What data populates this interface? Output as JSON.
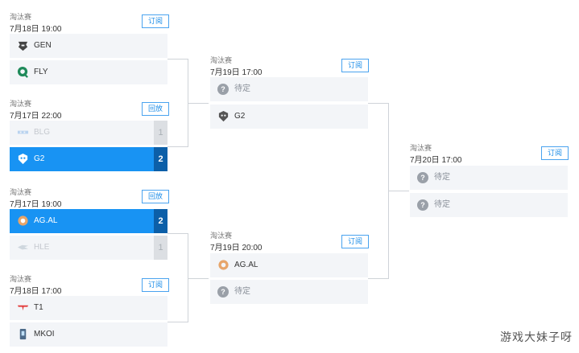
{
  "matches": [
    {
      "stage": "淘汰赛",
      "time": "7月18日 19:00",
      "button": "订阅",
      "teams": [
        {
          "name": "GEN",
          "logo": "gen-logo"
        },
        {
          "name": "FLY",
          "logo": "fly-logo"
        }
      ]
    },
    {
      "stage": "淘汰赛",
      "time": "7月17日 22:00",
      "button": "回放",
      "teams": [
        {
          "name": "BLG",
          "logo": "blg-logo",
          "score": "1"
        },
        {
          "name": "G2",
          "logo": "g2-logo",
          "score": "2"
        }
      ]
    },
    {
      "stage": "淘汰赛",
      "time": "7月17日 19:00",
      "button": "回放",
      "teams": [
        {
          "name": "AG.AL",
          "logo": "agal-logo",
          "score": "2"
        },
        {
          "name": "HLE",
          "logo": "hle-logo",
          "score": "1"
        }
      ]
    },
    {
      "stage": "淘汰赛",
      "time": "7月18日 17:00",
      "button": "订阅",
      "teams": [
        {
          "name": "T1",
          "logo": "t1-logo"
        },
        {
          "name": "MKOI",
          "logo": "mkoi-logo"
        }
      ]
    },
    {
      "stage": "淘汰赛",
      "time": "7月19日 17:00",
      "button": "订阅",
      "teams": [
        {
          "name": "待定",
          "logo": "question-icon"
        },
        {
          "name": "G2",
          "logo": "g2-logo"
        }
      ]
    },
    {
      "stage": "淘汰赛",
      "time": "7月19日 20:00",
      "button": "订阅",
      "teams": [
        {
          "name": "AG.AL",
          "logo": "agal-logo"
        },
        {
          "name": "待定",
          "logo": "question-icon"
        }
      ]
    },
    {
      "stage": "淘汰赛",
      "time": "7月20日 17:00",
      "button": "订阅",
      "teams": [
        {
          "name": "待定",
          "logo": "question-icon"
        },
        {
          "name": "待定",
          "logo": "question-icon"
        }
      ]
    }
  ],
  "question_mark": "?",
  "watermark": "游戏大妹子呀",
  "colors": {
    "accent": "#1893f3",
    "win_score": "#0c5fa8",
    "button_border": "#4aa3ef"
  }
}
